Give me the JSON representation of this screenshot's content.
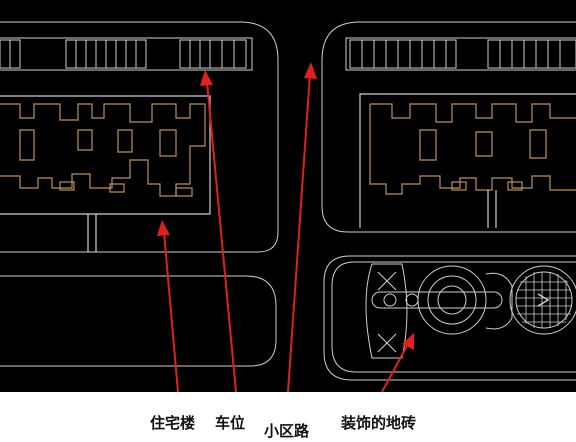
{
  "labels": {
    "residential": "住宅楼",
    "parking": "车位",
    "road": "小区路",
    "paving": "装饰的地砖"
  },
  "colors": {
    "background": "#000000",
    "linework": "#cfcfcf",
    "building_outline": "#b8925e",
    "arrow": "#e02020",
    "label_text": "#111111"
  }
}
